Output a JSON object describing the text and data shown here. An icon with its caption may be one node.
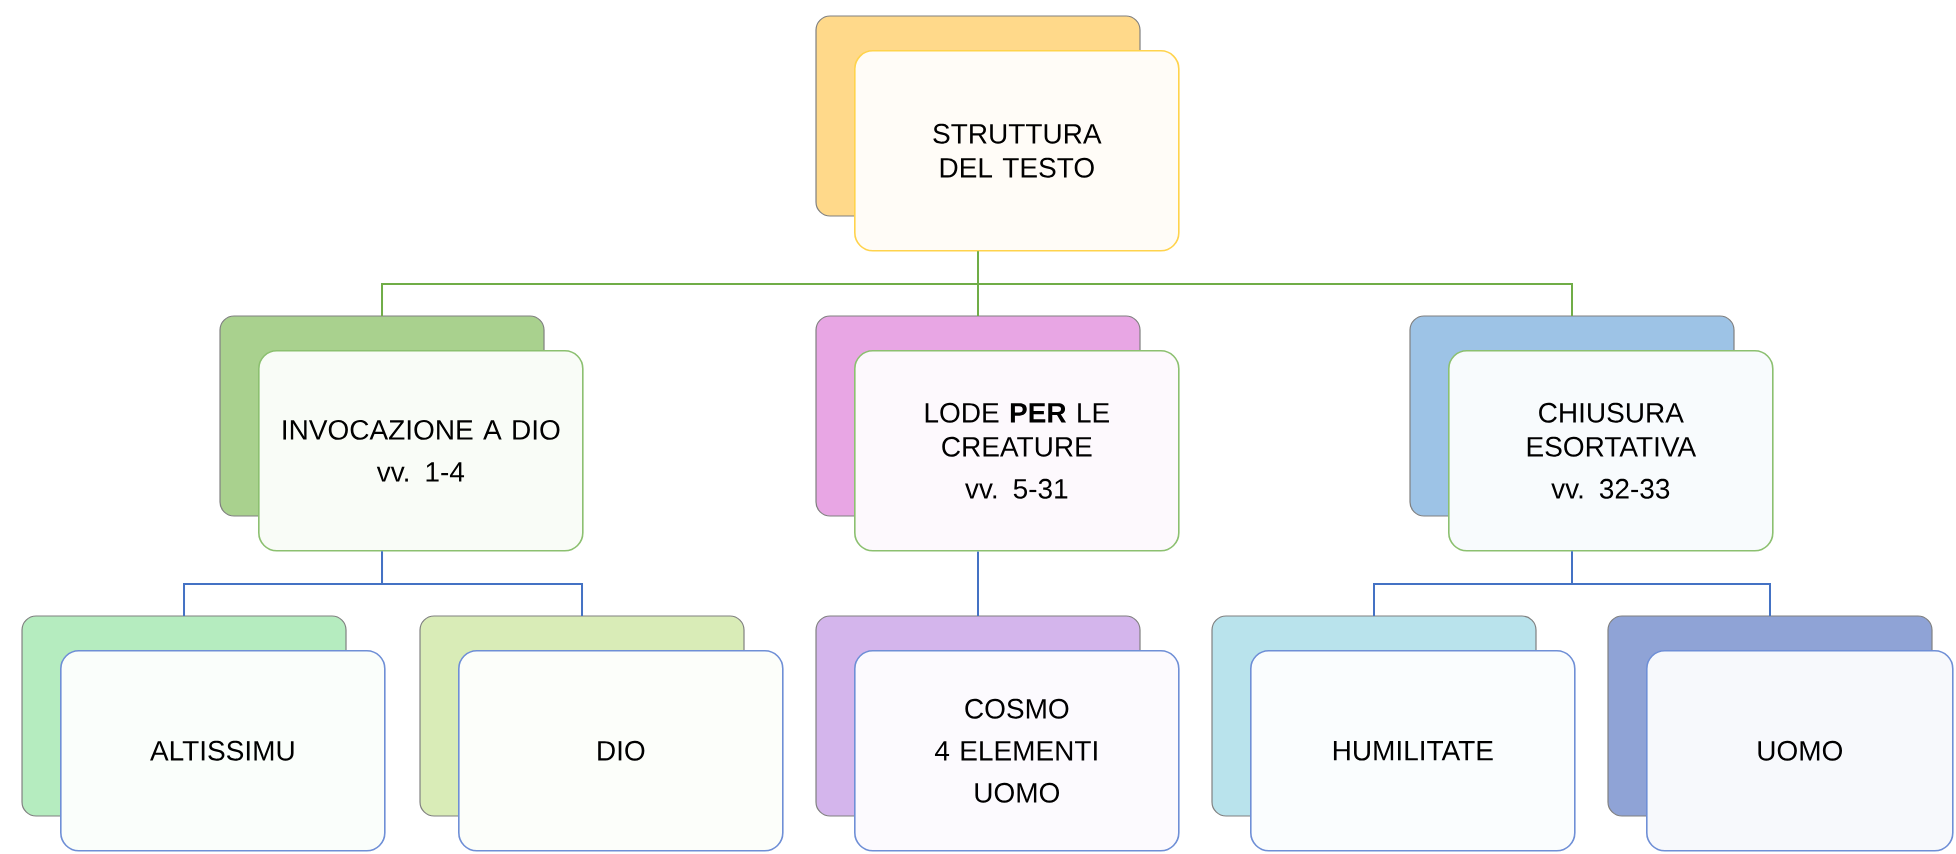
{
  "diagram": {
    "nodes": [
      {
        "text": [
          "STRUTTURA DEL TESTO"
        ]
      },
      {
        "text": [
          "INVOCAZIONE A DIO",
          "vv. 1-4"
        ]
      },
      {
        "text": [
          "LODE **PER** LE CREATURE",
          "vv. 5-31"
        ]
      },
      {
        "text": [
          "CHIUSURA ESORTATIVA",
          "vv. 32-33"
        ]
      },
      {
        "text": [
          "ALTISSIMU"
        ]
      },
      {
        "text": [
          "DIO"
        ]
      },
      {
        "text": [
          "COSMO",
          "4 ELEMENTI",
          "UOMO"
        ]
      },
      {
        "text": [
          "HUMILITATE"
        ]
      },
      {
        "text": [
          "UOMO"
        ]
      }
    ],
    "edges": [
      {
        "from": 0,
        "to": 1,
        "arrow": "none",
        "color": "#70ad47"
      },
      {
        "from": 0,
        "to": 2,
        "arrow": "none",
        "color": "#70ad47"
      },
      {
        "from": 0,
        "to": 3,
        "arrow": "none",
        "color": "#70ad47"
      },
      {
        "from": 1,
        "to": 4,
        "arrow": "none"
      },
      {
        "from": 1,
        "to": 5,
        "arrow": "none"
      },
      {
        "from": 2,
        "to": 6,
        "arrow": "none"
      },
      {
        "from": 3,
        "to": 7,
        "arrow": "none"
      },
      {
        "from": 3,
        "to": 8,
        "arrow": "none"
      }
    ]
  }
}
